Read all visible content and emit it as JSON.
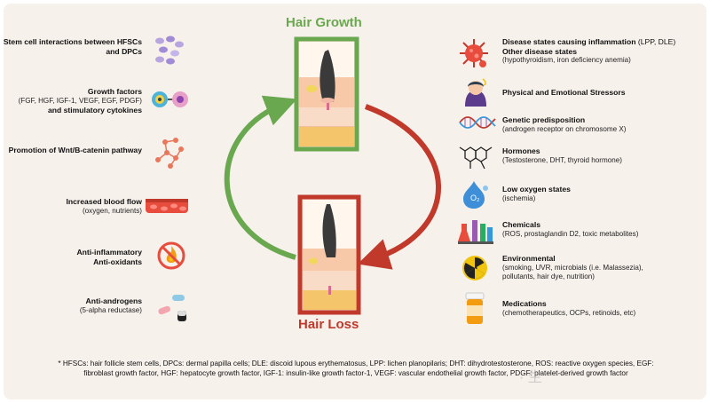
{
  "title_growth": "Hair Growth",
  "title_loss": "Hair Loss",
  "left_factors": [
    {
      "title": "Stem cell interactions between HFSCs and DPCs",
      "icon": "cells-icon"
    },
    {
      "title": "Growth factors",
      "sub": "(FGF, HGF, IGF-1, VEGF, EGF, PDGF)",
      "title2": "and stimulatory cytokines",
      "icon": "receptor-icon"
    },
    {
      "title": "Promotion of Wnt/B-catenin pathway",
      "icon": "molecule-network-icon"
    },
    {
      "title": "Increased blood flow",
      "sub": "(oxygen, nutrients)",
      "icon": "blood-vessel-icon"
    },
    {
      "title": "Anti-inflammatory",
      "title2": "Anti-oxidants",
      "icon": "no-fire-icon"
    },
    {
      "title": "Anti-androgens",
      "sub": "(5-alpha reductase)",
      "icon": "pills-icon"
    }
  ],
  "right_factors": [
    {
      "title": "Disease states causing inflammation",
      "title_extra": " (LPP, DLE)",
      "title2": "Other disease states",
      "sub": "(hypothyroidism, iron deficiency anemia)",
      "icon": "virus-icon"
    },
    {
      "title": "Physical and Emotional Stressors",
      "icon": "stressed-person-icon"
    },
    {
      "title": "Genetic predisposition",
      "sub": "(androgen receptor on chromosome X)",
      "icon": "dna-icon"
    },
    {
      "title": "Hormones",
      "sub": "(Testosterone, DHT, thyroid hormone)",
      "icon": "molecule-icon"
    },
    {
      "title": "Low oxygen states",
      "sub": "(ischemia)",
      "icon": "oxygen-drop-icon"
    },
    {
      "title": "Chemicals",
      "sub": "(ROS, prostaglandin D2, toxic metabolites)",
      "icon": "lab-flasks-icon"
    },
    {
      "title": "Environmental",
      "sub": "(smoking, UVR, microbials (i.e. Malassezia),",
      "sub2": "pollutants, hair dye, nutrition)",
      "icon": "radiation-icon"
    },
    {
      "title": "Medications",
      "sub": "(chemotherapeutics, OCPs, retinoids, etc)",
      "icon": "pill-bottle-icon"
    }
  ],
  "footnote": {
    "line1": "* HFSCs: hair follicle stem cells, DPCs: dermal papilla cells; DLE: discoid lupous erythematosus, LPP: lichen planopilaris; DHT: dihydrotestosterone, ROS: reactive oxygen species, EGF:",
    "line2": "fibroblast growth factor, HGF: hepatocyte growth factor, IGF-1: insulin-like growth factor-1, VEGF: vascular endothelial growth factor, PDGF: platelet-derived growth factor"
  },
  "watermark": "· 生",
  "colors": {
    "growth": "#6aa84f",
    "loss": "#c0392b",
    "background": "#f7f1ec"
  }
}
